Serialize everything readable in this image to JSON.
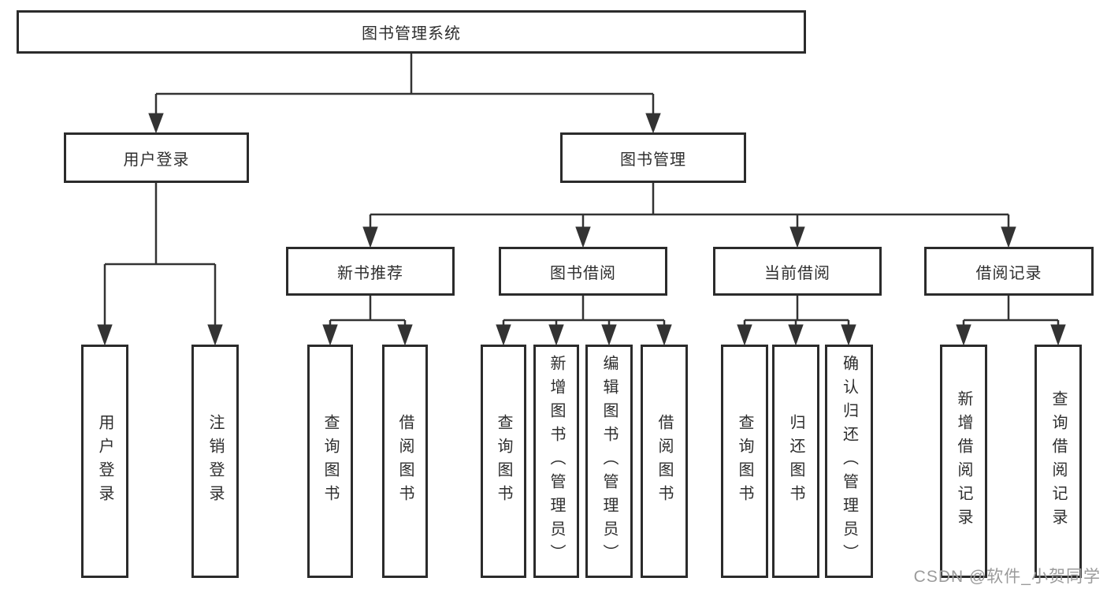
{
  "diagram": {
    "title_node": {
      "label": "图书管理系统"
    },
    "branches": [
      {
        "label": "用户登录",
        "children": [
          {
            "label": "用户登录"
          },
          {
            "label": "注销登录"
          }
        ]
      },
      {
        "label": "图书管理",
        "children": [
          {
            "label": "新书推荐",
            "children": [
              {
                "label": "查询图书"
              },
              {
                "label": "借阅图书"
              }
            ]
          },
          {
            "label": "图书借阅",
            "children": [
              {
                "label": "查询图书"
              },
              {
                "label": "新增图书（管理员）"
              },
              {
                "label": "编辑图书（管理员）"
              },
              {
                "label": "借阅图书"
              }
            ]
          },
          {
            "label": "当前借阅",
            "children": [
              {
                "label": "查询图书"
              },
              {
                "label": "归还图书"
              },
              {
                "label": "确认归还（管理员）"
              }
            ]
          },
          {
            "label": "借阅记录",
            "children": [
              {
                "label": "新增借阅记录"
              },
              {
                "label": "查询借阅记录"
              }
            ]
          }
        ]
      }
    ],
    "colors": {
      "line": "#333333",
      "box_border": "#2b2b2b",
      "box_fill": "#ffffff",
      "text": "#2e2e2e",
      "watermark": "#9b9b9b",
      "background": "#ffffff"
    }
  },
  "watermark": {
    "text": "CSDN @软件_小贺同学"
  }
}
